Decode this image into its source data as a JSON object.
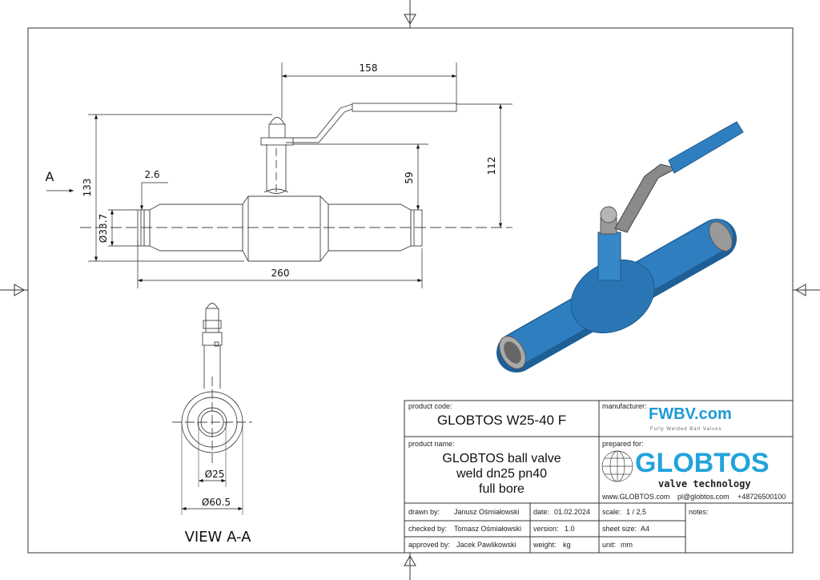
{
  "drawing": {
    "dimensions": {
      "handle_length": "158",
      "overall_height": "133",
      "handle_height": "112",
      "stem_height": "59",
      "wall_thickness": "2.6",
      "pipe_diameter": "Ø33.7",
      "overall_length": "260",
      "bore_diameter": "Ø25",
      "body_diameter": "Ø60.5"
    },
    "view_marker": "A",
    "view_label": "VIEW A-A",
    "colors": {
      "body": "#2f7fc0",
      "handle": "#8a8a8a",
      "line": "#333333"
    }
  },
  "title_block": {
    "product_code_label": "product code:",
    "product_code": "GLOBTOS W25-40 F",
    "manufacturer_label": "manufacturer:",
    "manufacturer_logo": "FWBV.com",
    "manufacturer_tagline": "Fully Welded Ball Valves",
    "product_name_label": "product name:",
    "product_name_lines": [
      "GLOBTOS ball valve",
      "weld dn25 pn40",
      "full bore"
    ],
    "prepared_for_label": "prepared for:",
    "client_logo": "GLOBTOS",
    "client_tagline": "valve technology",
    "website": "www.GLOBTOS.com",
    "email": "pl@globtos.com",
    "phone": "+48726500100",
    "drawn_by_label": "drawn by:",
    "drawn_by": "Janusz Ośmiałowski",
    "checked_by_label": "checked by:",
    "checked_by": "Tomasz Ośmiałowski",
    "approved_by_label": "approved by:",
    "approved_by": "Jacek Pawlikowski",
    "date_label": "date:",
    "date": "01.02.2024",
    "version_label": "version:",
    "version": "1.0",
    "weight_label": "weight:",
    "weight": "kg",
    "scale_label": "scale:",
    "scale": "1 / 2,5",
    "sheet_size_label": "sheet size:",
    "sheet_size": "A4",
    "unit_label": "unit:",
    "unit": "mm",
    "notes_label": "notes:"
  }
}
